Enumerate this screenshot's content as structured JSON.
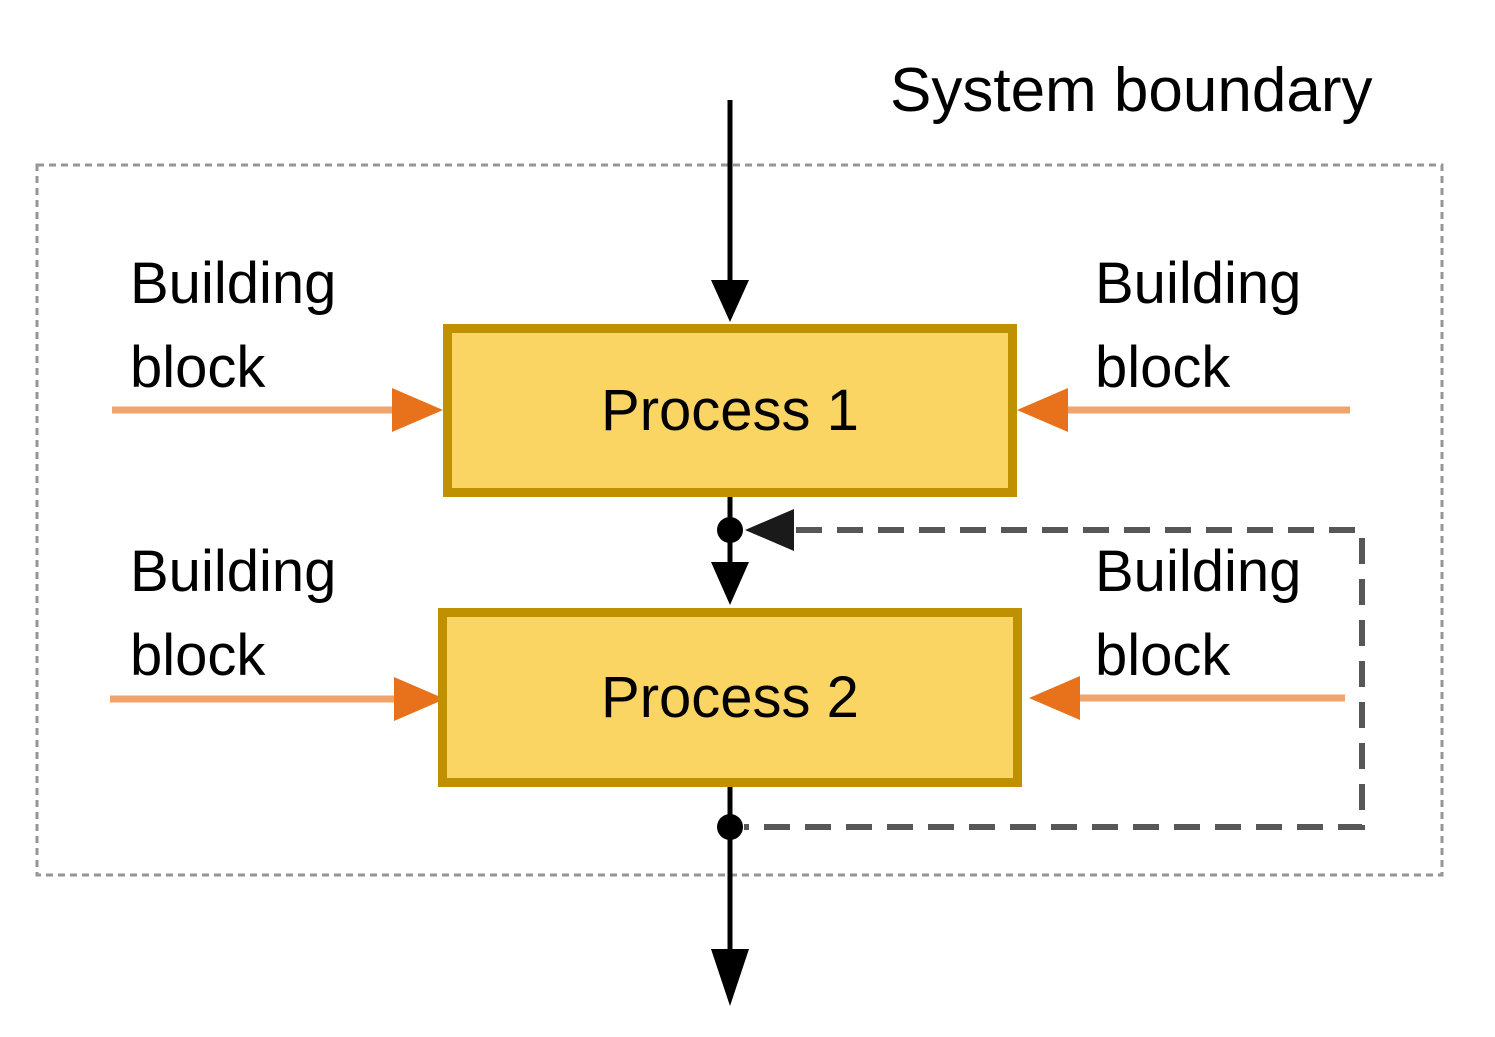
{
  "diagram": {
    "title": "System boundary",
    "processes": [
      {
        "label": "Process 1"
      },
      {
        "label": "Process 2"
      }
    ],
    "inputs": [
      {
        "label": "Building\nblock",
        "position": "upper-left",
        "arrow_direction": "right"
      },
      {
        "label": "Building\nblock",
        "position": "upper-right",
        "arrow_direction": "left"
      },
      {
        "label": "Building\nblock",
        "position": "lower-left",
        "arrow_direction": "right"
      },
      {
        "label": "Building\nblock",
        "position": "lower-right",
        "arrow_direction": "left"
      }
    ],
    "flows": {
      "main_flow": "top input -> Process 1 -> Process 2 -> bottom output",
      "feedback_loop": "Process 2 output loops back (dashed) to junction between Process 1 and Process 2"
    },
    "colors": {
      "process_fill": "#FAD564",
      "process_border": "#BF9000",
      "input_arrow_line": "#F2A36B",
      "input_arrow_head": "#E8711C",
      "flow_arrow": "#000000",
      "feedback_dash": "#575757",
      "boundary_dash": "#969696",
      "text_color": "#000000"
    }
  }
}
